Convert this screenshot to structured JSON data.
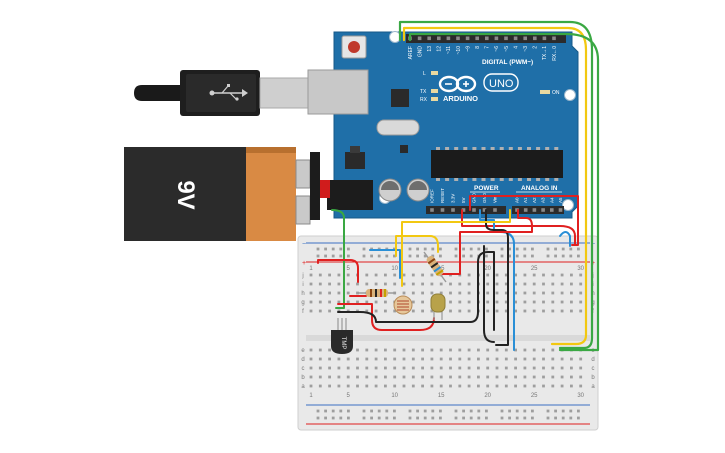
{
  "battery": {
    "label": "9V"
  },
  "arduino": {
    "logo_text": "ARDUINO",
    "model": "UNO",
    "digital_label": "DIGITAL (PWM~)",
    "power_label": "POWER",
    "analog_label": "ANALOG IN",
    "on_label": "ON",
    "led_l": "L",
    "led_tx": "TX",
    "led_rx": "RX",
    "digital_pins": [
      "AREF",
      "GND",
      "13",
      "12",
      "~11",
      "~10",
      "~9",
      "8",
      "7",
      "~6",
      "~5",
      "4",
      "~3",
      "2",
      "TX→1",
      "RX←0"
    ],
    "power_pins": [
      "IOREF",
      "RESET",
      "3.3V",
      "5V",
      "GND",
      "GND",
      "Vin"
    ],
    "analog_pins": [
      "A0",
      "A1",
      "A2",
      "A3",
      "A4",
      "A5"
    ]
  },
  "breadboard": {
    "column_numbers": [
      "1",
      "",
      "",
      "",
      "5",
      "",
      "",
      "",
      "",
      "10",
      "",
      "",
      "",
      "",
      "15",
      "",
      "",
      "",
      "",
      "20",
      "",
      "",
      "",
      "",
      "25",
      "",
      "",
      "",
      "",
      "30"
    ],
    "row_letters_top": [
      "j",
      "i",
      "h",
      "g",
      "f"
    ],
    "row_letters_bottom": [
      "e",
      "d",
      "c",
      "b",
      "a"
    ],
    "rail_minus": "−",
    "rail_plus": "+"
  },
  "sensor": {
    "label": "TMP"
  },
  "colors": {
    "board": "#1f6fa8",
    "wire_red": "#e02020",
    "wire_green": "#3aa843",
    "wire_yellow": "#f2c811",
    "wire_blue": "#2a8fd6",
    "wire_black": "#222222",
    "battery_body": "#2b2b2b",
    "battery_cap": "#d98a44"
  }
}
